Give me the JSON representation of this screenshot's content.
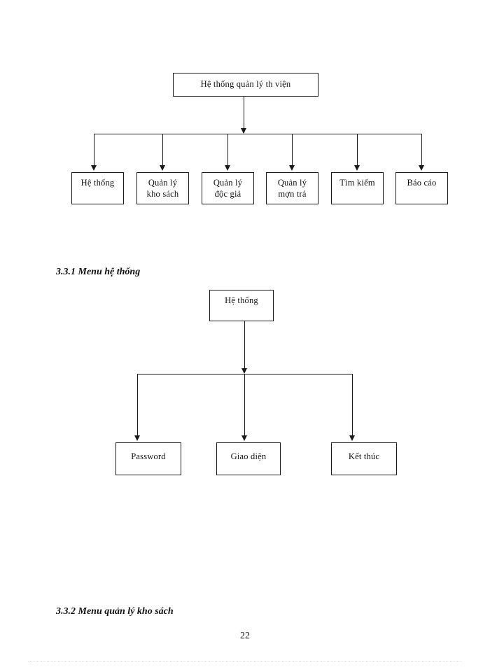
{
  "document": {
    "page_number": "22",
    "background_color": "#ffffff",
    "line_color": "#1a1a1a"
  },
  "diagram_1": {
    "name": "library-management-system-menu-tree",
    "root": {
      "label": "Hệ thống quản lý th  viện"
    },
    "children": [
      {
        "label": "Hệ thống"
      },
      {
        "label": "Quản lý\nkho sách"
      },
      {
        "label": "Quản lý\nđộc giả"
      },
      {
        "label": "Quản lý\nmợn   trả"
      },
      {
        "label": "Tìm kiếm"
      },
      {
        "label": "Báo cáo"
      }
    ]
  },
  "section_1": {
    "heading": "3.3.1 Menu hệ thống"
  },
  "diagram_2": {
    "name": "he-thong-menu-tree",
    "root": {
      "label": "Hệ thống"
    },
    "children": [
      {
        "label": "Password"
      },
      {
        "label": "Giao diện"
      },
      {
        "label": "Kết thúc"
      }
    ]
  },
  "section_2": {
    "heading": "3.3.2 Menu quản lý kho sách"
  }
}
